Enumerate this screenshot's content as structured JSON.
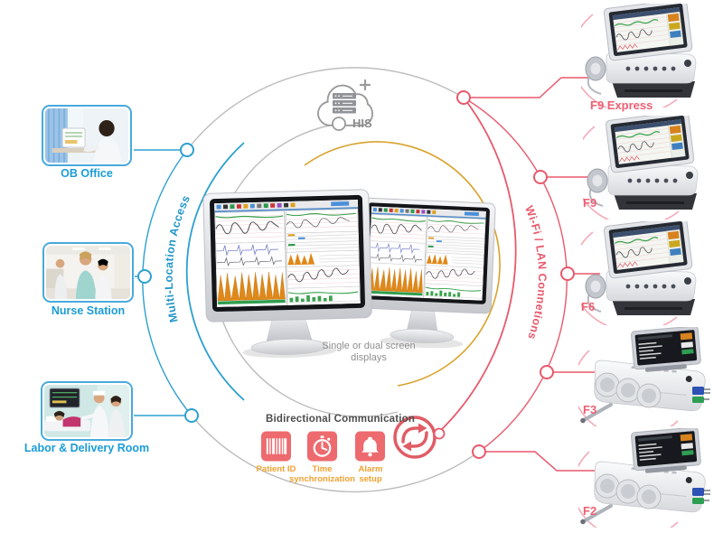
{
  "palette": {
    "blue": "#2da0d0",
    "red": "#e8596c",
    "pink_device_arc": "#f4aab8",
    "amber_label": "#f0a12f",
    "yellow_arc": "#d9a22b",
    "gray_arc": "#9a9a9a",
    "location_label_blue": "#1a9cd8",
    "device_label_pink": "#ee5f72"
  },
  "locations": {
    "items": [
      {
        "label": "OB Office",
        "photo": "ob-office-photo"
      },
      {
        "label": "Nurse Station",
        "photo": "nurse-station-photo"
      },
      {
        "label": "Labor & Delivery Room",
        "photo": "labor-delivery-photo"
      }
    ]
  },
  "hub": {
    "his_label": "HIS",
    "his_icon": "cloud-server-icon",
    "caption": [
      "Single or dual screen",
      "displays"
    ]
  },
  "arcs": {
    "multi_location": "Multi-Location Access",
    "wifi_lan": "Wi-Fi / LAN Connetions"
  },
  "bidirectional": {
    "title": "Bidirectional Communication",
    "exchange_icon": "bidirectional-arrows-icon",
    "items": [
      {
        "icon": "barcode-icon",
        "label_lines": [
          "Patient ID"
        ]
      },
      {
        "icon": "clock-icon",
        "label_lines": [
          "Time",
          "synchronization"
        ]
      },
      {
        "icon": "bell-icon",
        "label_lines": [
          "Alarm",
          "setup"
        ]
      }
    ]
  },
  "devices": {
    "items": [
      {
        "label": "F9 Express",
        "type": "large"
      },
      {
        "label": "F9",
        "type": "large"
      },
      {
        "label": "F6",
        "type": "large"
      },
      {
        "label": "F3",
        "type": "compact"
      },
      {
        "label": "F2",
        "type": "compact"
      }
    ]
  }
}
